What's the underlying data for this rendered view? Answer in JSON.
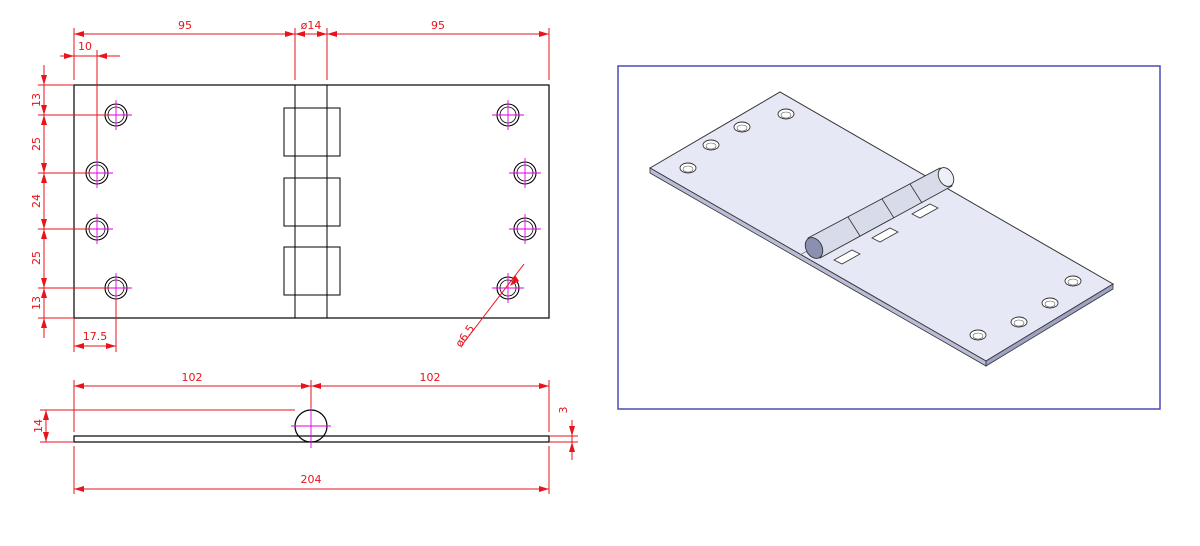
{
  "top_view": {
    "dims": {
      "left_width": "95",
      "barrel_dia": "ø14",
      "right_width": "95",
      "hole_offset_x": "10",
      "hole_offset_x2": "17.5",
      "spacing_1": "13",
      "spacing_2": "25",
      "spacing_3": "24",
      "spacing_4": "25",
      "spacing_5": "13",
      "hole_dia": "ø6.5"
    }
  },
  "side_view": {
    "dims": {
      "left_half": "102",
      "right_half": "102",
      "overall": "204",
      "height": "14",
      "thickness": "3"
    }
  },
  "colors": {
    "dimension": "#e8131b",
    "centerline": "#e000e0",
    "frame": "#4b4bb8",
    "iso_face": "#e6e8f5"
  }
}
